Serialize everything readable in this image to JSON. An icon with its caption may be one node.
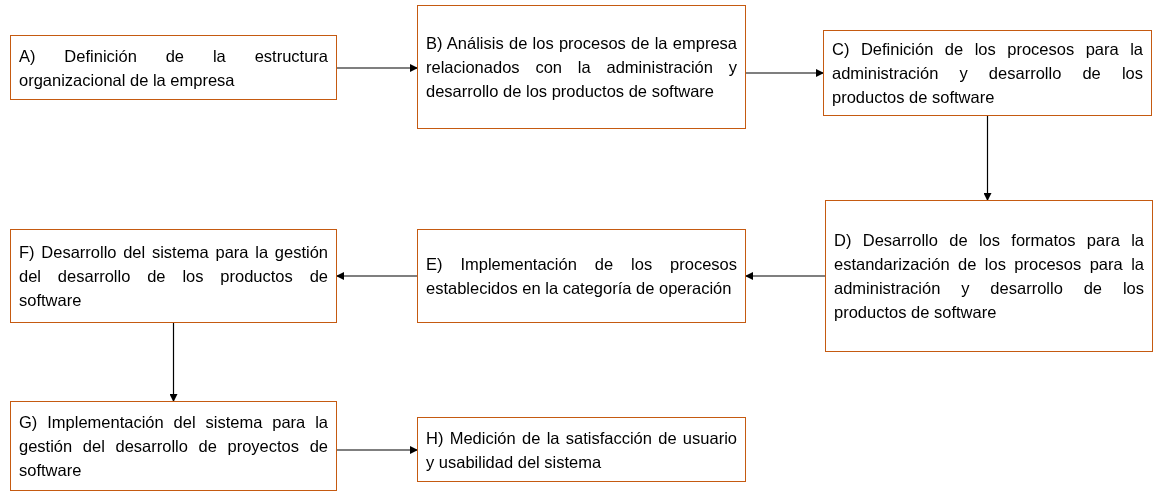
{
  "diagram": {
    "nodes": [
      {
        "text": [
          "A) Definición de la estructura organizacional de la empresa"
        ]
      },
      {
        "text": [
          "B) Análisis de los procesos de la empresa relacionados con la administración y desarrollo de los productos de software"
        ]
      },
      {
        "text": [
          "C) Definición de los procesos para la administración y desarrollo de los productos de software"
        ]
      },
      {
        "text": [
          "D) Desarrollo de los formatos para la estandarización de los procesos para la administración y desarrollo de los productos de software"
        ]
      },
      {
        "text": [
          "E) Implementación de los procesos establecidos en la categoría de operación"
        ]
      },
      {
        "text": [
          "F) Desarrollo del sistema para la gestión del desarrollo de los productos de software"
        ]
      },
      {
        "text": [
          "G) Implementación del sistema para la gestión del desarrollo de proyectos de software"
        ]
      },
      {
        "text": [
          "H) Medición de la satisfacción de usuario y usabilidad del sistema"
        ]
      }
    ],
    "edges": [
      {
        "from": 0,
        "to": 1,
        "arrow": "to"
      },
      {
        "from": 1,
        "to": 2,
        "arrow": "to"
      },
      {
        "from": 2,
        "to": 3,
        "arrow": "to"
      },
      {
        "from": 3,
        "to": 4,
        "arrow": "to"
      },
      {
        "from": 4,
        "to": 5,
        "arrow": "to"
      },
      {
        "from": 5,
        "to": 6,
        "arrow": "to"
      },
      {
        "from": 6,
        "to": 7,
        "arrow": "to"
      }
    ]
  }
}
